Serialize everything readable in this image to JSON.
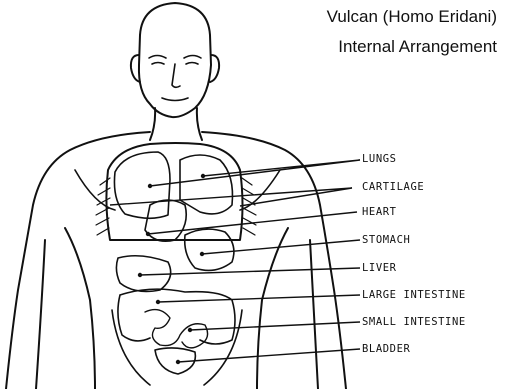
{
  "title": {
    "line1": "Vulcan (Homo Eridani)",
    "line2": "Internal Arrangement"
  },
  "labels": [
    {
      "id": "lungs",
      "text": "LUNGS"
    },
    {
      "id": "cartilage",
      "text": "CARTILAGE"
    },
    {
      "id": "heart",
      "text": "HEART"
    },
    {
      "id": "stomach",
      "text": "STOMACH"
    },
    {
      "id": "liver",
      "text": "LIVER"
    },
    {
      "id": "large-intestine",
      "text": "LARGE INTESTINE"
    },
    {
      "id": "small-intestine",
      "text": "SMALL INTESTINE"
    },
    {
      "id": "bladder",
      "text": "BLADDER"
    }
  ],
  "colors": {
    "ink": "#111111",
    "background": "#ffffff"
  }
}
